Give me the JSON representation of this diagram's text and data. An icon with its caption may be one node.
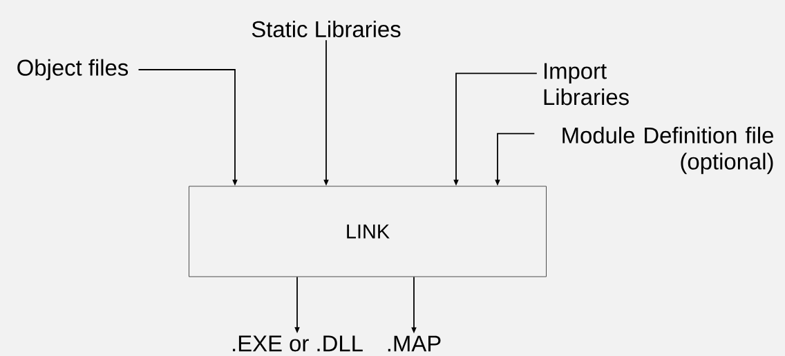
{
  "diagram": {
    "nodes": [
      {
        "text": [
          "Object files"
        ]
      },
      {
        "text": [
          "Static Libraries"
        ]
      },
      {
        "text": [
          "Import Libraries"
        ]
      },
      {
        "text": [
          "Module Definition file (optional)"
        ]
      },
      {
        "text": [
          "LINK"
        ]
      },
      {
        "text": [
          ".EXE or .DLL"
        ]
      },
      {
        "text": [
          ".MAP"
        ]
      }
    ],
    "edges": [
      {
        "from": 0,
        "to": 4,
        "arrow": "to"
      },
      {
        "from": 1,
        "to": 4,
        "arrow": "to"
      },
      {
        "from": 2,
        "to": 4,
        "arrow": "to"
      },
      {
        "from": 3,
        "to": 4,
        "arrow": "to"
      },
      {
        "from": 4,
        "to": 5,
        "arrow": "to"
      },
      {
        "from": 4,
        "to": 6,
        "arrow": "to"
      }
    ]
  }
}
